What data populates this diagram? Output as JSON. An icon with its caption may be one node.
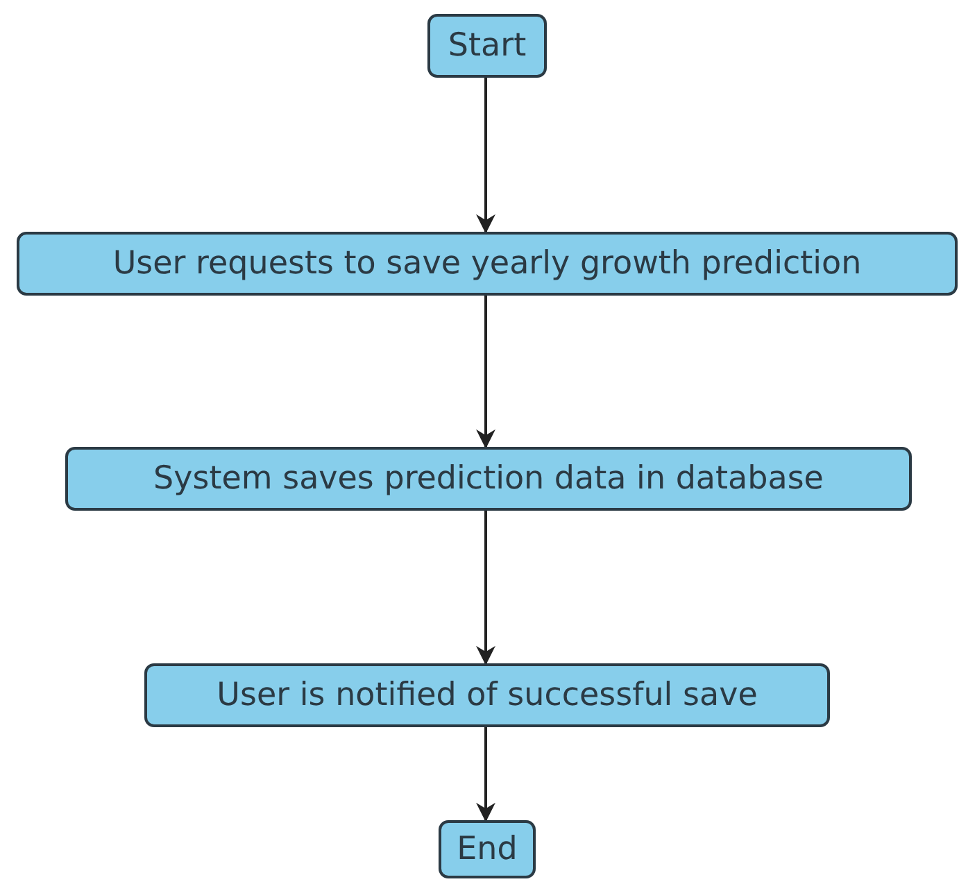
{
  "diagram": {
    "nodes": [
      {
        "text": [
          "Start"
        ]
      },
      {
        "text": [
          "User requests to save yearly growth prediction"
        ]
      },
      {
        "text": [
          "System saves prediction data in database"
        ]
      },
      {
        "text": [
          "User is notified of successful save"
        ]
      },
      {
        "text": [
          "End"
        ]
      }
    ],
    "edges": [
      {
        "from": 0,
        "to": 1,
        "arrow": "to"
      },
      {
        "from": 1,
        "to": 2,
        "arrow": "to"
      },
      {
        "from": 2,
        "to": 3,
        "arrow": "to"
      },
      {
        "from": 3,
        "to": 4,
        "arrow": "to"
      }
    ]
  }
}
